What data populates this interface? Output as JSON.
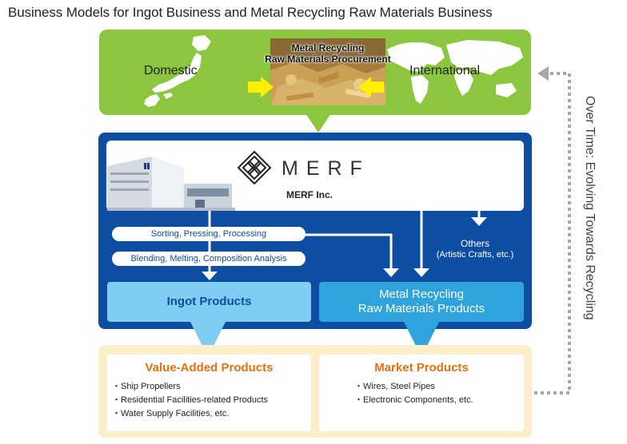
{
  "title": "Business Models for Ingot Business and Metal Recycling Raw Materials Business",
  "procurement": {
    "domestic": "Domestic",
    "international": "International",
    "center_line1": "Metal Recycling",
    "center_line2": "Raw Materials Procurement"
  },
  "company": {
    "logo_text": "MERF",
    "name": "MERF Inc."
  },
  "processes": {
    "step1": "Sorting, Pressing, Processing",
    "step2": "Blending, Melting, Composition Analysis"
  },
  "others": {
    "label": "Others",
    "sub": "(Artistic Crafts, etc.)"
  },
  "outputs": {
    "ingot": "Ingot Products",
    "metal_line1": "Metal Recycling",
    "metal_line2": "Raw Materials Products"
  },
  "value_added": {
    "title": "Value-Added Products",
    "items": [
      "・Ship Propellers",
      "・Residential Facilities-related Products",
      "・Water Supply Facilities, etc."
    ]
  },
  "market": {
    "title": "Market Products",
    "items": [
      "・Wires, Steel Pipes",
      "・Electronic Components, etc."
    ]
  },
  "side_note": "Over Time: Evolving Towards Recycling",
  "colors": {
    "green": "#8cc63f",
    "navy": "#0d4ea3",
    "light_blue": "#7fcdf3",
    "mid_blue": "#2ea3dc",
    "cream": "#fdeecb",
    "orange": "#e8700e",
    "yellow": "#ffef00",
    "gray_dots": "#a7a7a7"
  }
}
